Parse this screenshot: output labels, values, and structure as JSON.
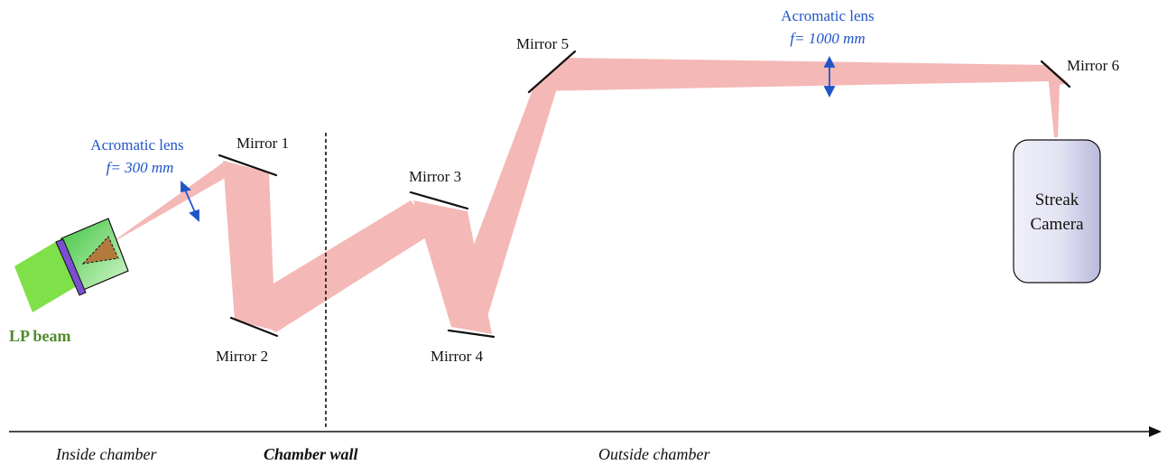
{
  "colors": {
    "beam": "#f4b8b6",
    "lp_beam": "#7fe04a",
    "lens_marker": "#1f55c8",
    "mirror": "#111111",
    "camera_fill": "#dcdcf0"
  },
  "labels": {
    "lp_beam": "LP beam",
    "lens1_name": "Acromatic lens",
    "lens1_focal": "f= 300 mm",
    "lens2_name": "Acromatic lens",
    "lens2_focal": "f= 1000 mm",
    "mirror1": "Mirror 1",
    "mirror2": "Mirror 2",
    "mirror3": "Mirror 3",
    "mirror4": "Mirror 4",
    "mirror5": "Mirror 5",
    "mirror6": "Mirror 6",
    "camera_line1": "Streak",
    "camera_line2": "Camera"
  },
  "axis": {
    "inside": "Inside chamber",
    "wall": "Chamber wall",
    "outside": "Outside chamber"
  }
}
